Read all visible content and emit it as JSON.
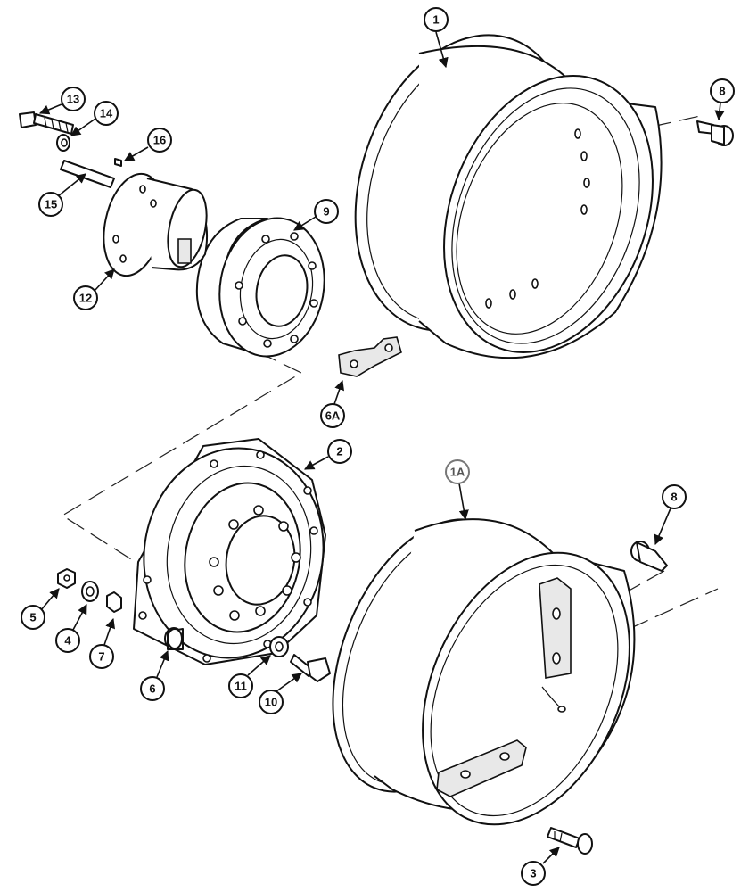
{
  "callouts": {
    "c1": "1",
    "c1A": "1A",
    "c2": "2",
    "c3": "3",
    "c4": "4",
    "c5": "5",
    "c6": "6",
    "c6A": "6A",
    "c7": "7",
    "c8_top": "8",
    "c8_bottom": "8",
    "c9": "9",
    "c10": "10",
    "c11": "11",
    "c12": "12",
    "c13": "13",
    "c14": "14",
    "c15": "15",
    "c16": "16"
  },
  "colors": {
    "line": "#111111",
    "background": "#ffffff",
    "highlight_callout": "#777777"
  }
}
